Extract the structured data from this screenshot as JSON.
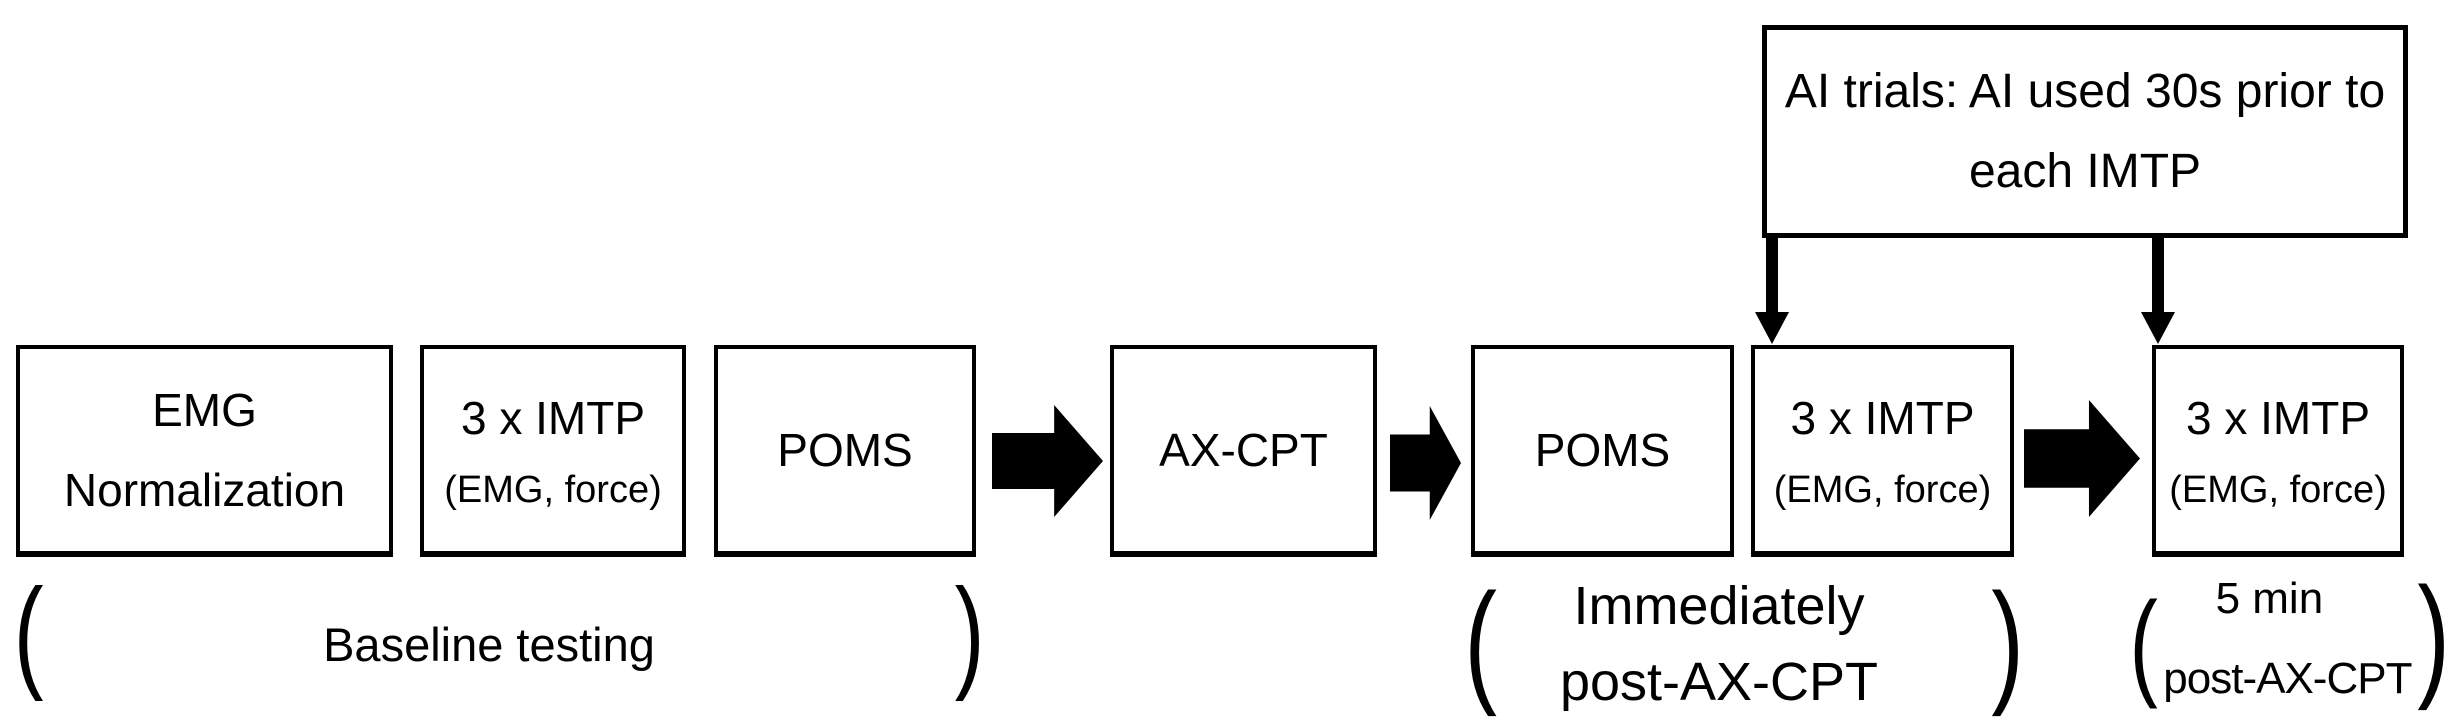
{
  "colors": {
    "ink": "#000000",
    "background": "#ffffff"
  },
  "annotation": {
    "line1": "AI trials: AI used 30s prior to",
    "line2": "each IMTP"
  },
  "boxes": [
    {
      "name": "emg-normalization",
      "line1": "EMG",
      "line2": "Normalization"
    },
    {
      "name": "imtp-baseline",
      "line1": "3 x IMTP",
      "line2": "(EMG, force)"
    },
    {
      "name": "poms-baseline",
      "line1": "POMS"
    },
    {
      "name": "ax-cpt",
      "line1": "AX-CPT"
    },
    {
      "name": "poms-post",
      "line1": "POMS"
    },
    {
      "name": "imtp-immediately-post",
      "line1": "3 x IMTP",
      "line2": "(EMG, force)"
    },
    {
      "name": "imtp-5min-post",
      "line1": "3 x IMTP",
      "line2": "(EMG, force)"
    }
  ],
  "phases": [
    {
      "name": "baseline-testing",
      "line1": "Baseline testing"
    },
    {
      "name": "immediately-post-ax-cpt",
      "line1": "Immediately",
      "line2": "post-AX-CPT"
    },
    {
      "name": "five-min-post-ax-cpt",
      "line1": "5 min",
      "line2": "post-AX-CPT"
    }
  ],
  "glyphs": {
    "open_paren": "(",
    "close_paren": ")"
  }
}
